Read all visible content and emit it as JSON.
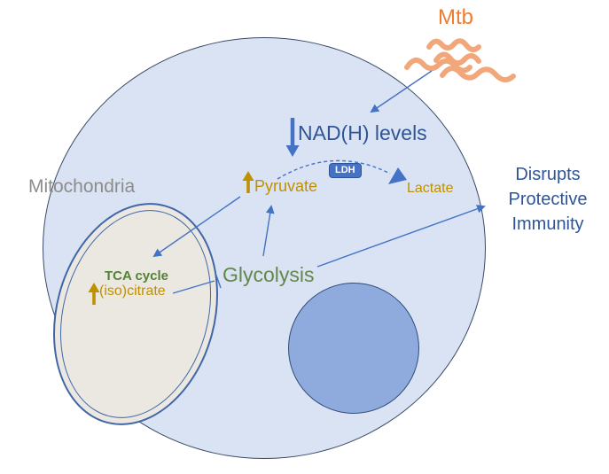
{
  "labels": {
    "mtb": "Mtb",
    "nad": "NAD(H) levels",
    "pyruvate": "Pyruvate",
    "ldh": "LDH",
    "lactate": "Lactate",
    "mitochondria": "Mitochondria",
    "tca_cycle": "TCA cycle",
    "isocitrate": "(iso)citrate",
    "glycolysis": "Glycolysis",
    "disrupts": [
      "Disrupts",
      "Protective",
      "Immunity"
    ]
  },
  "icons": {
    "mtb_bacteria": "wavy-squiggle-bacteria",
    "nad_decrease": "thick-down-arrow",
    "pyruvate_increase": "gold-up-arrow",
    "isocitrate_increase": "gold-up-arrow",
    "lactate_arrowhead": "solid-blue-triangle",
    "glycolysis_inhibition": "t-bar-inhibitor"
  },
  "colors": {
    "mtb_orange": "#ED7D31",
    "bacteria_squiggle": "#F2A77B",
    "arrow_blue": "#4472C4",
    "dark_blue_text": "#2F5597",
    "gold": "#BF9000",
    "tca_green": "#538135",
    "glycolysis_green": "#63884B",
    "gray_label": "#8C8C8C",
    "cell_fill": "#DAE3F3",
    "cell_border": "#3A4A66",
    "nucleus_fill": "#8FAADC",
    "mitochondria_fill": "#EBE8E2",
    "membrane_blue": "#4066A8"
  }
}
